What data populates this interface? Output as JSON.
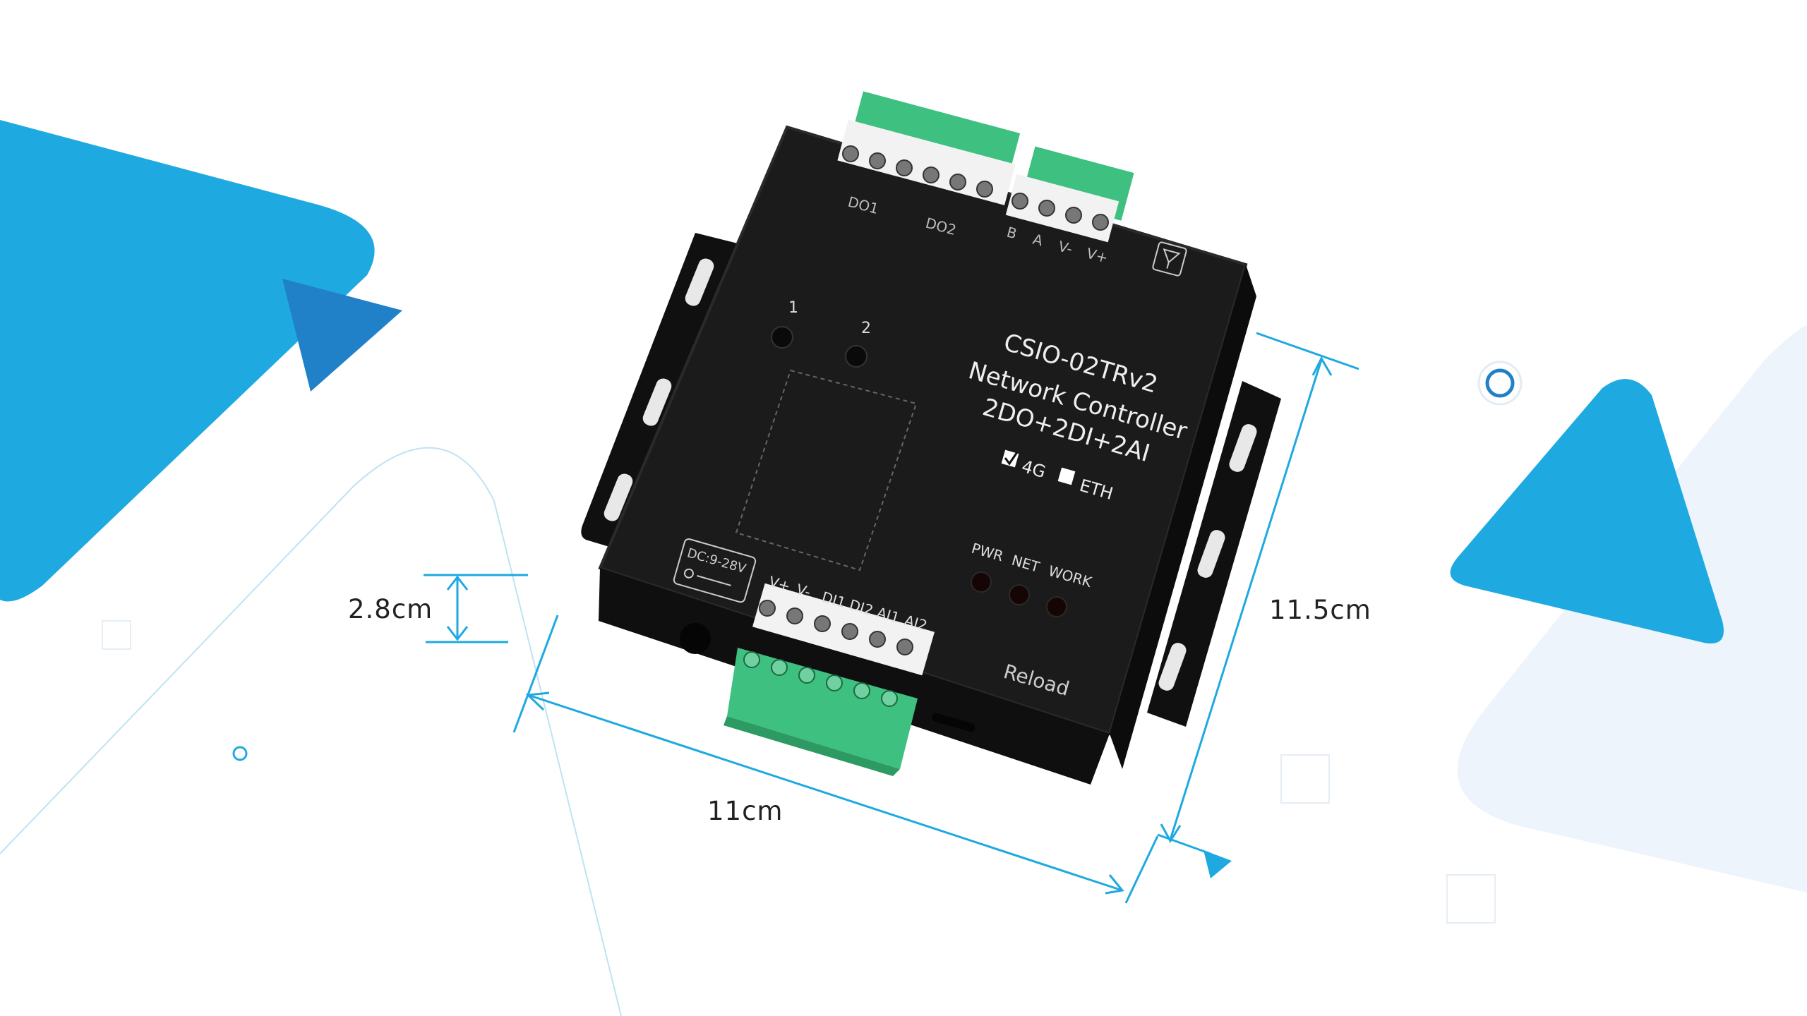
{
  "colors": {
    "accent": "#1ea9e1",
    "accent_dark": "#2080c8",
    "pale": "#eef4fb",
    "device_body": "#1b1b1b",
    "terminal_green": "#3dc080"
  },
  "dimensions": {
    "height": "2.8cm",
    "width": "11cm",
    "depth": "11.5cm"
  },
  "device": {
    "model": "CSIO-02TRv2",
    "type": "Network Controller",
    "io_spec": "2DO+2DI+2AI",
    "options": [
      {
        "label": "4G",
        "checked": true
      },
      {
        "label": "ETH",
        "checked": false
      }
    ],
    "indicators": [
      "PWR",
      "NET",
      "WORK"
    ],
    "buttons": [
      "1",
      "2"
    ],
    "reload_label": "Reload",
    "power_label": "DC:9-28V",
    "top_terminals_relay": [
      "DO1",
      "DO2"
    ],
    "top_terminals_rs485": [
      "B",
      "A",
      "V-",
      "V+"
    ],
    "bottom_terminals": [
      "V+",
      "V-",
      "DI1",
      "DI2",
      "AI1",
      "AI2"
    ],
    "antenna_icon": "antenna-icon"
  }
}
